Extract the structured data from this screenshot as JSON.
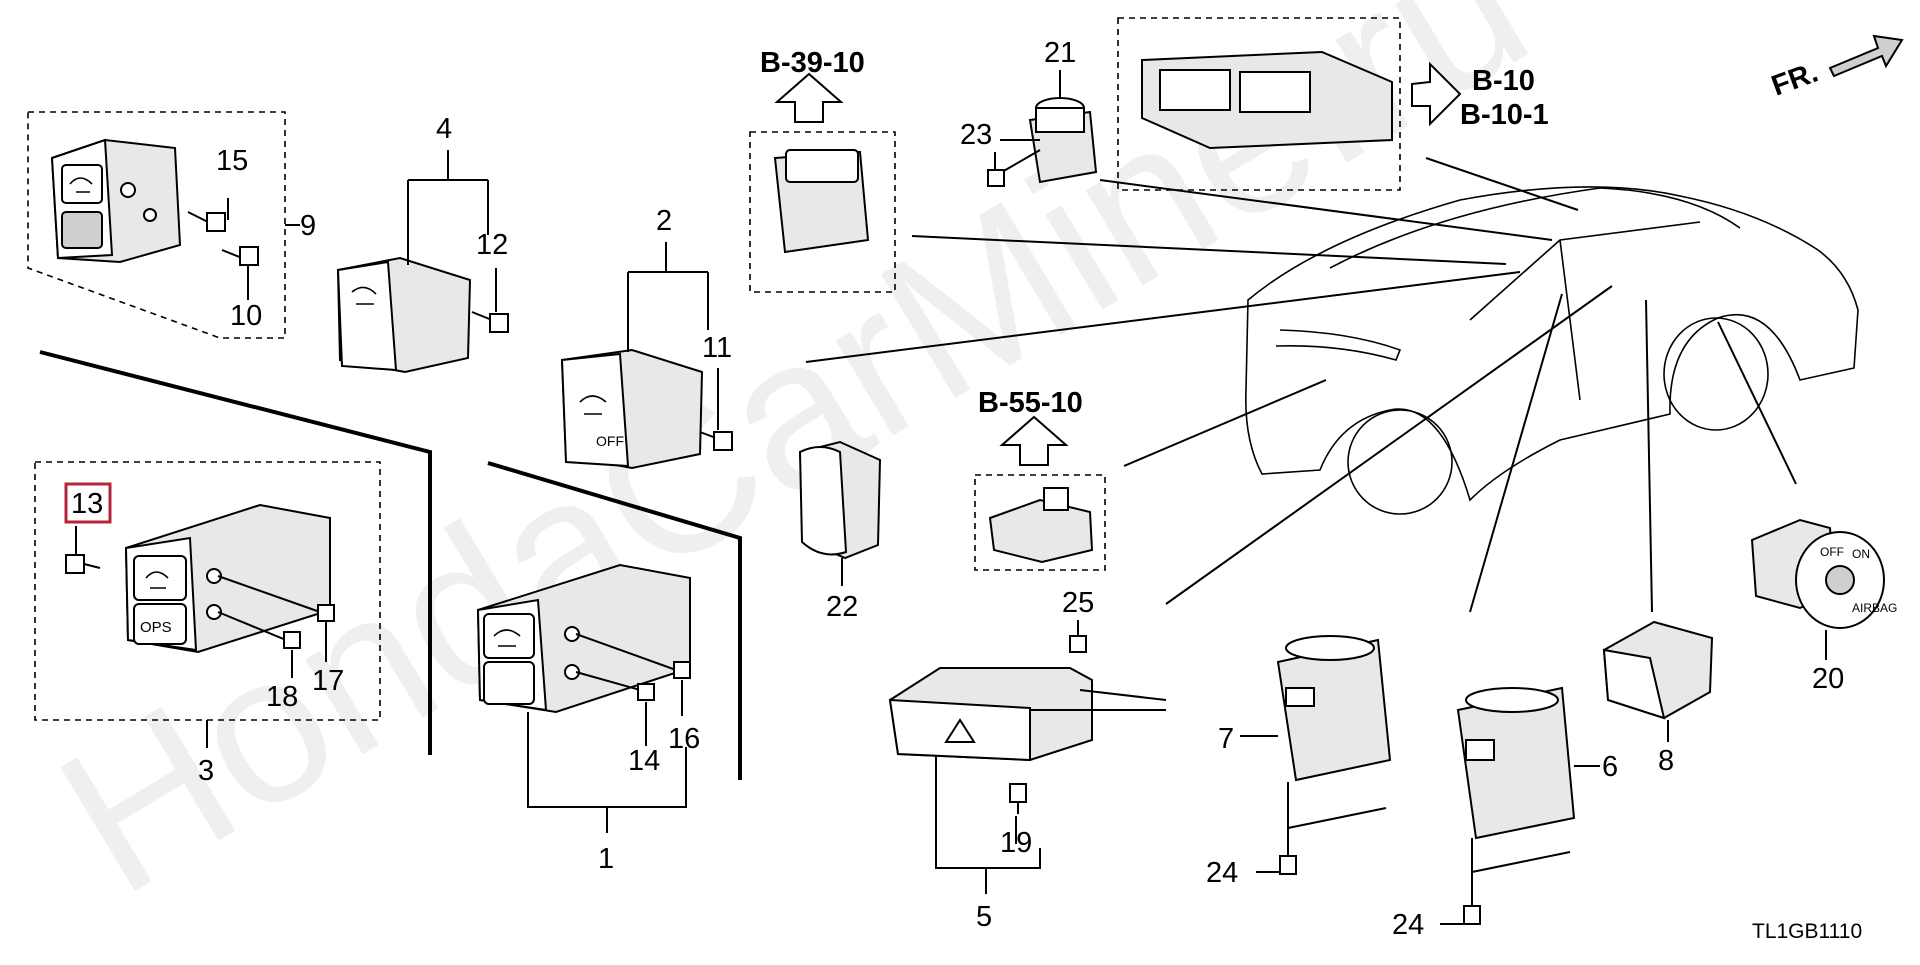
{
  "diagram": {
    "code": "TL1GB1110",
    "direction_label": "FR.",
    "watermark": "HondaCarMine.ru",
    "highlight_color": "#b1263d",
    "references": {
      "b39": "B-39-10",
      "b55": "B-55-10",
      "b10": "B-10",
      "b101": "B-10-1"
    },
    "callouts": {
      "c1": "1",
      "c2": "2",
      "c3": "3",
      "c4": "4",
      "c5": "5",
      "c6": "6",
      "c7": "7",
      "c8": "8",
      "c9": "9",
      "c10": "10",
      "c11": "11",
      "c12": "12",
      "c13": "13",
      "c14": "14",
      "c15": "15",
      "c16": "16",
      "c17": "17",
      "c18": "18",
      "c19": "19",
      "c20": "20",
      "c21": "21",
      "c22": "22",
      "c23": "23",
      "c24a": "24",
      "c24b": "24",
      "c25": "25"
    },
    "switch_text": {
      "ops": "OPS",
      "airbag": "AIRBAG",
      "off": "OFF",
      "on": "ON"
    }
  }
}
